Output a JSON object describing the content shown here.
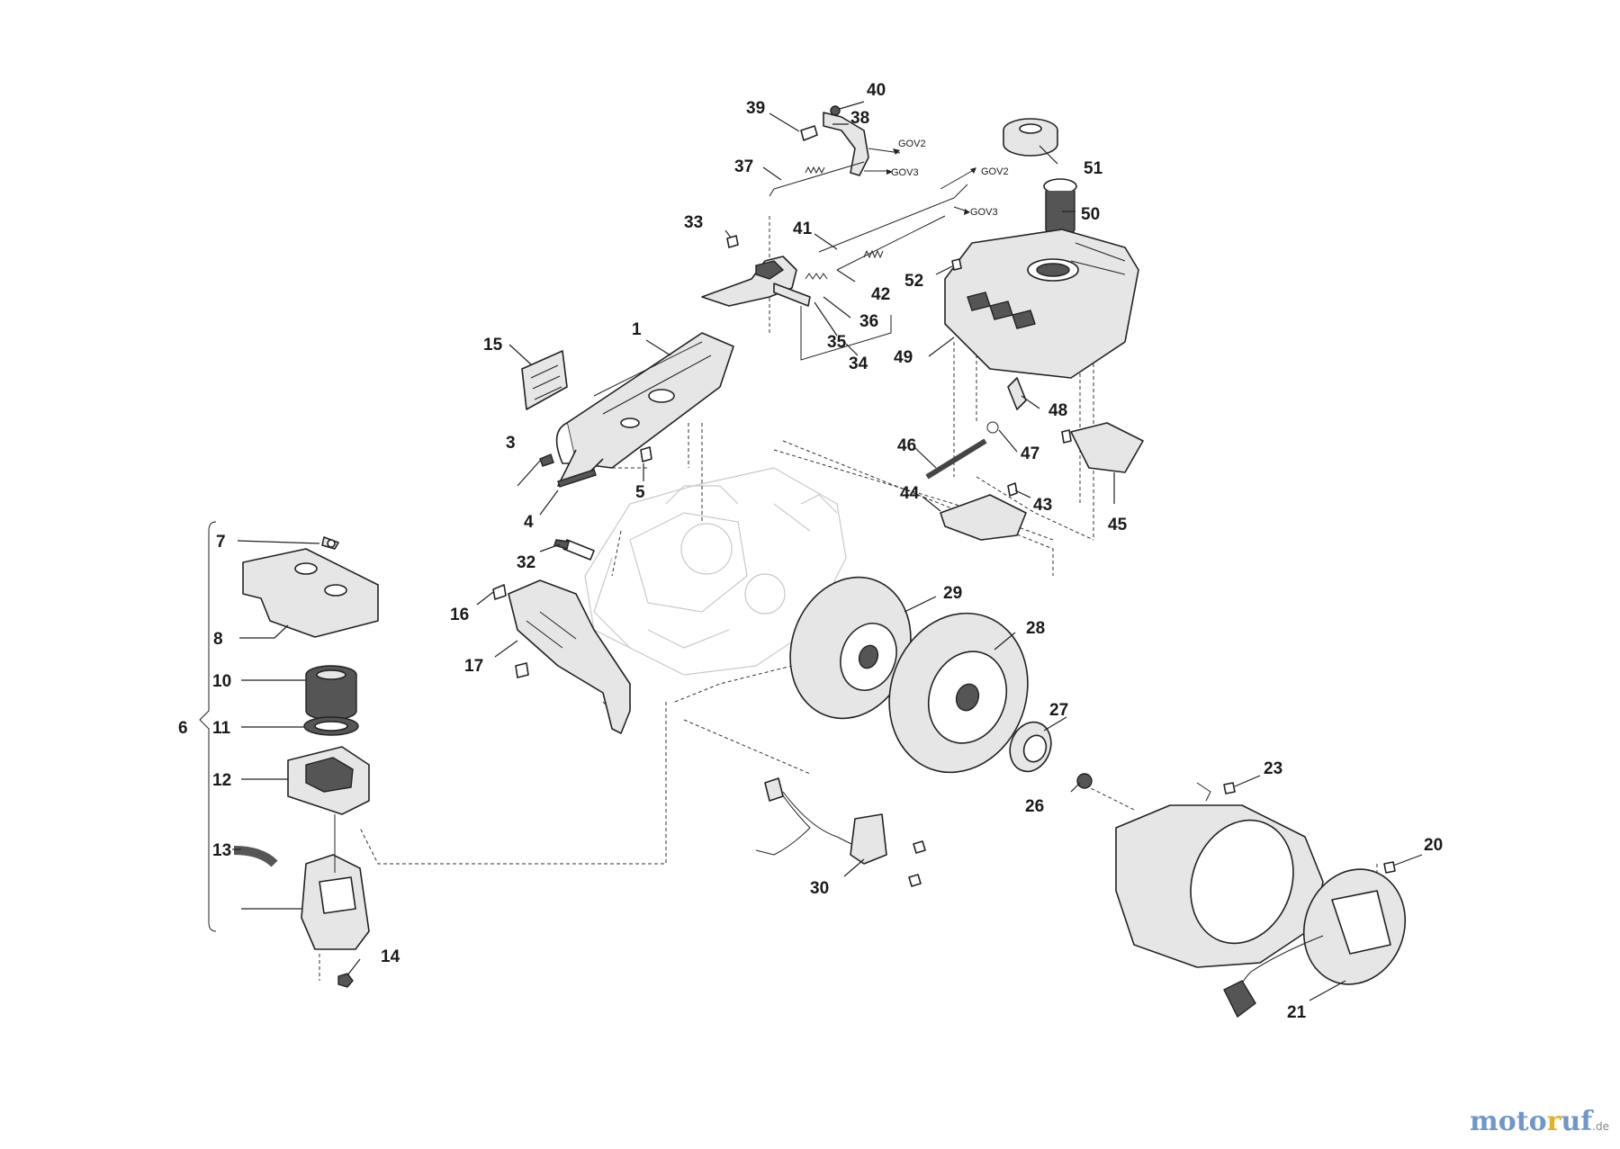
{
  "diagram": {
    "part_numbers": [
      "1",
      "3",
      "4",
      "5",
      "6",
      "7",
      "8",
      "10",
      "11",
      "12",
      "13",
      "14",
      "15",
      "16",
      "17",
      "20",
      "21",
      "23",
      "26",
      "27",
      "28",
      "29",
      "30",
      "32",
      "33",
      "34",
      "35",
      "36",
      "37",
      "38",
      "39",
      "40",
      "41",
      "42",
      "43",
      "44",
      "45",
      "46",
      "47",
      "48",
      "49",
      "50",
      "51",
      "52"
    ],
    "governor_refs": {
      "gov2_upper": "GOV2",
      "gov3_upper": "GOV3",
      "gov2_lower": "GOV2",
      "gov3_lower": "GOV3"
    }
  },
  "watermark": {
    "part1": "moto",
    "part2": "r",
    "part3": "uf",
    "tld": ".de"
  }
}
